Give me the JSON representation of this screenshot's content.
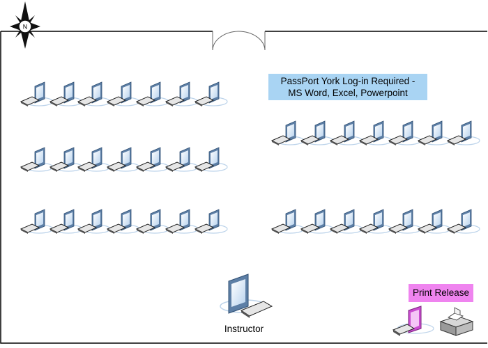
{
  "compass": {
    "letter": "N"
  },
  "notice": {
    "line1": "PassPort York Log-in Required -",
    "line2": "MS Word, Excel, Powerpoint",
    "color": "#a9d4f3"
  },
  "print_release": {
    "label": "Print Release",
    "color": "#ef84ef"
  },
  "instructor": {
    "label": "Instructor"
  },
  "workstations": {
    "left_rows": 3,
    "left_per_row": 7,
    "right_rows": 2,
    "right_per_row": 7
  },
  "colors": {
    "monitor_edge": "#3a5f8a",
    "monitor_screen": "#cfe3f7",
    "base_shadow": "#bcd3ea"
  }
}
